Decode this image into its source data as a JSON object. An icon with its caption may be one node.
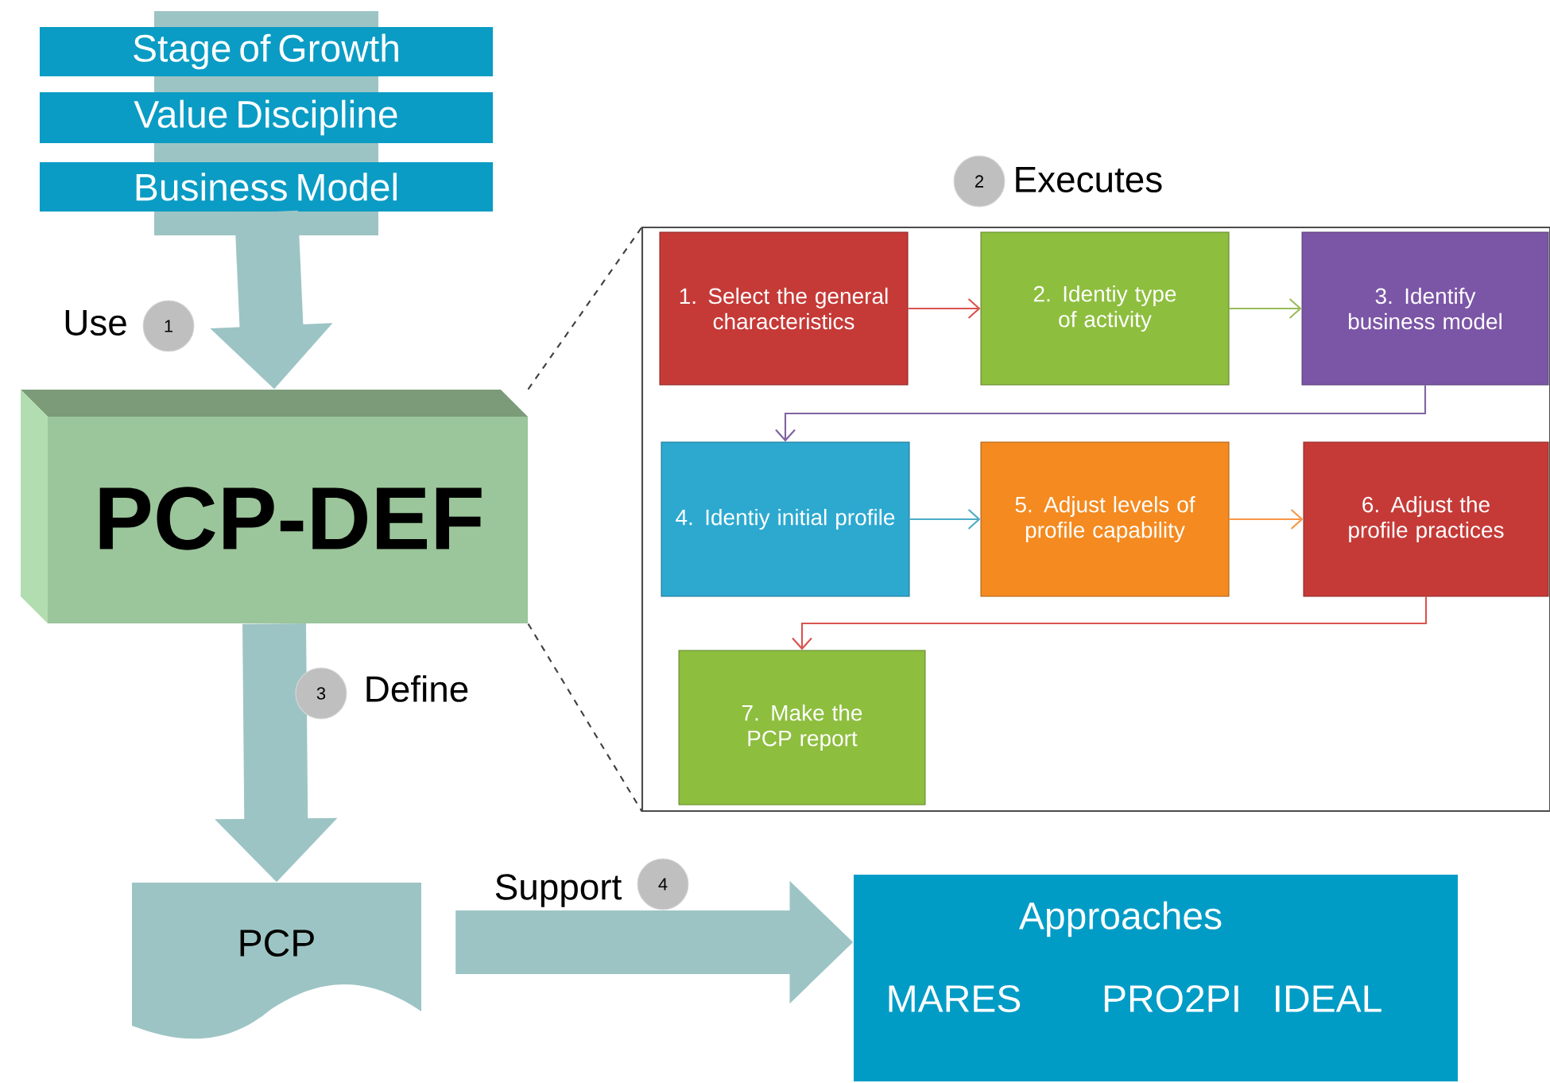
{
  "diagram": {
    "nodes": [
      {
        "text": [
          "Stage of Growth"
        ]
      },
      {
        "text": [
          "Value Discipline"
        ]
      },
      {
        "text": [
          "Business Model"
        ]
      },
      {
        "text": [
          "PCP-DEF"
        ]
      },
      {
        "text": [
          "Executes"
        ]
      },
      {
        "text": [
          "1. Select the general characteristics"
        ],
        "in": 4
      },
      {
        "text": [
          "2. Identiy  type of activity"
        ],
        "in": 4
      },
      {
        "text": [
          "3. Identify business model"
        ],
        "in": 4
      },
      {
        "text": [
          "4. Identiy initial profile"
        ],
        "in": 4
      },
      {
        "text": [
          "5. Adjust levels of profile capability"
        ],
        "in": 4
      },
      {
        "text": [
          "6. Adjust the profile practices"
        ],
        "in": 4
      },
      {
        "text": [
          "7. Make the PCP report"
        ],
        "in": 4
      },
      {
        "text": [
          "PCP"
        ]
      },
      {
        "text": [
          "Approaches",
          "MARES",
          "PRO2PI",
          "IDEAL"
        ]
      }
    ],
    "edges": [
      {
        "from": 2,
        "to": 3,
        "arrow": "to",
        "label": "Use",
        "style": "thick"
      },
      {
        "from": 3,
        "to": 4,
        "arrow": "none",
        "style": "dashed",
        "color": "#404040"
      },
      {
        "from": 3,
        "to": 4,
        "arrow": "none",
        "style": "dashed",
        "color": "#404040"
      },
      {
        "from": 5,
        "to": 6,
        "arrow": "to",
        "color": "#d9534f"
      },
      {
        "from": 6,
        "to": 7,
        "arrow": "to",
        "color": "#9bbb59"
      },
      {
        "from": 7,
        "to": 8,
        "arrow": "to",
        "color": "#8064a2"
      },
      {
        "from": 8,
        "to": 9,
        "arrow": "to",
        "color": "#4bacc6"
      },
      {
        "from": 9,
        "to": 10,
        "arrow": "to",
        "color": "#f79646"
      },
      {
        "from": 10,
        "to": 11,
        "arrow": "to",
        "color": "#d9534f"
      },
      {
        "from": 3,
        "to": 12,
        "arrow": "to",
        "label": "Define",
        "style": "thick"
      },
      {
        "from": 12,
        "to": 13,
        "arrow": "to",
        "label": "Support",
        "style": "thick"
      }
    ],
    "labels": [
      "1",
      "2",
      "3",
      "4"
    ]
  }
}
